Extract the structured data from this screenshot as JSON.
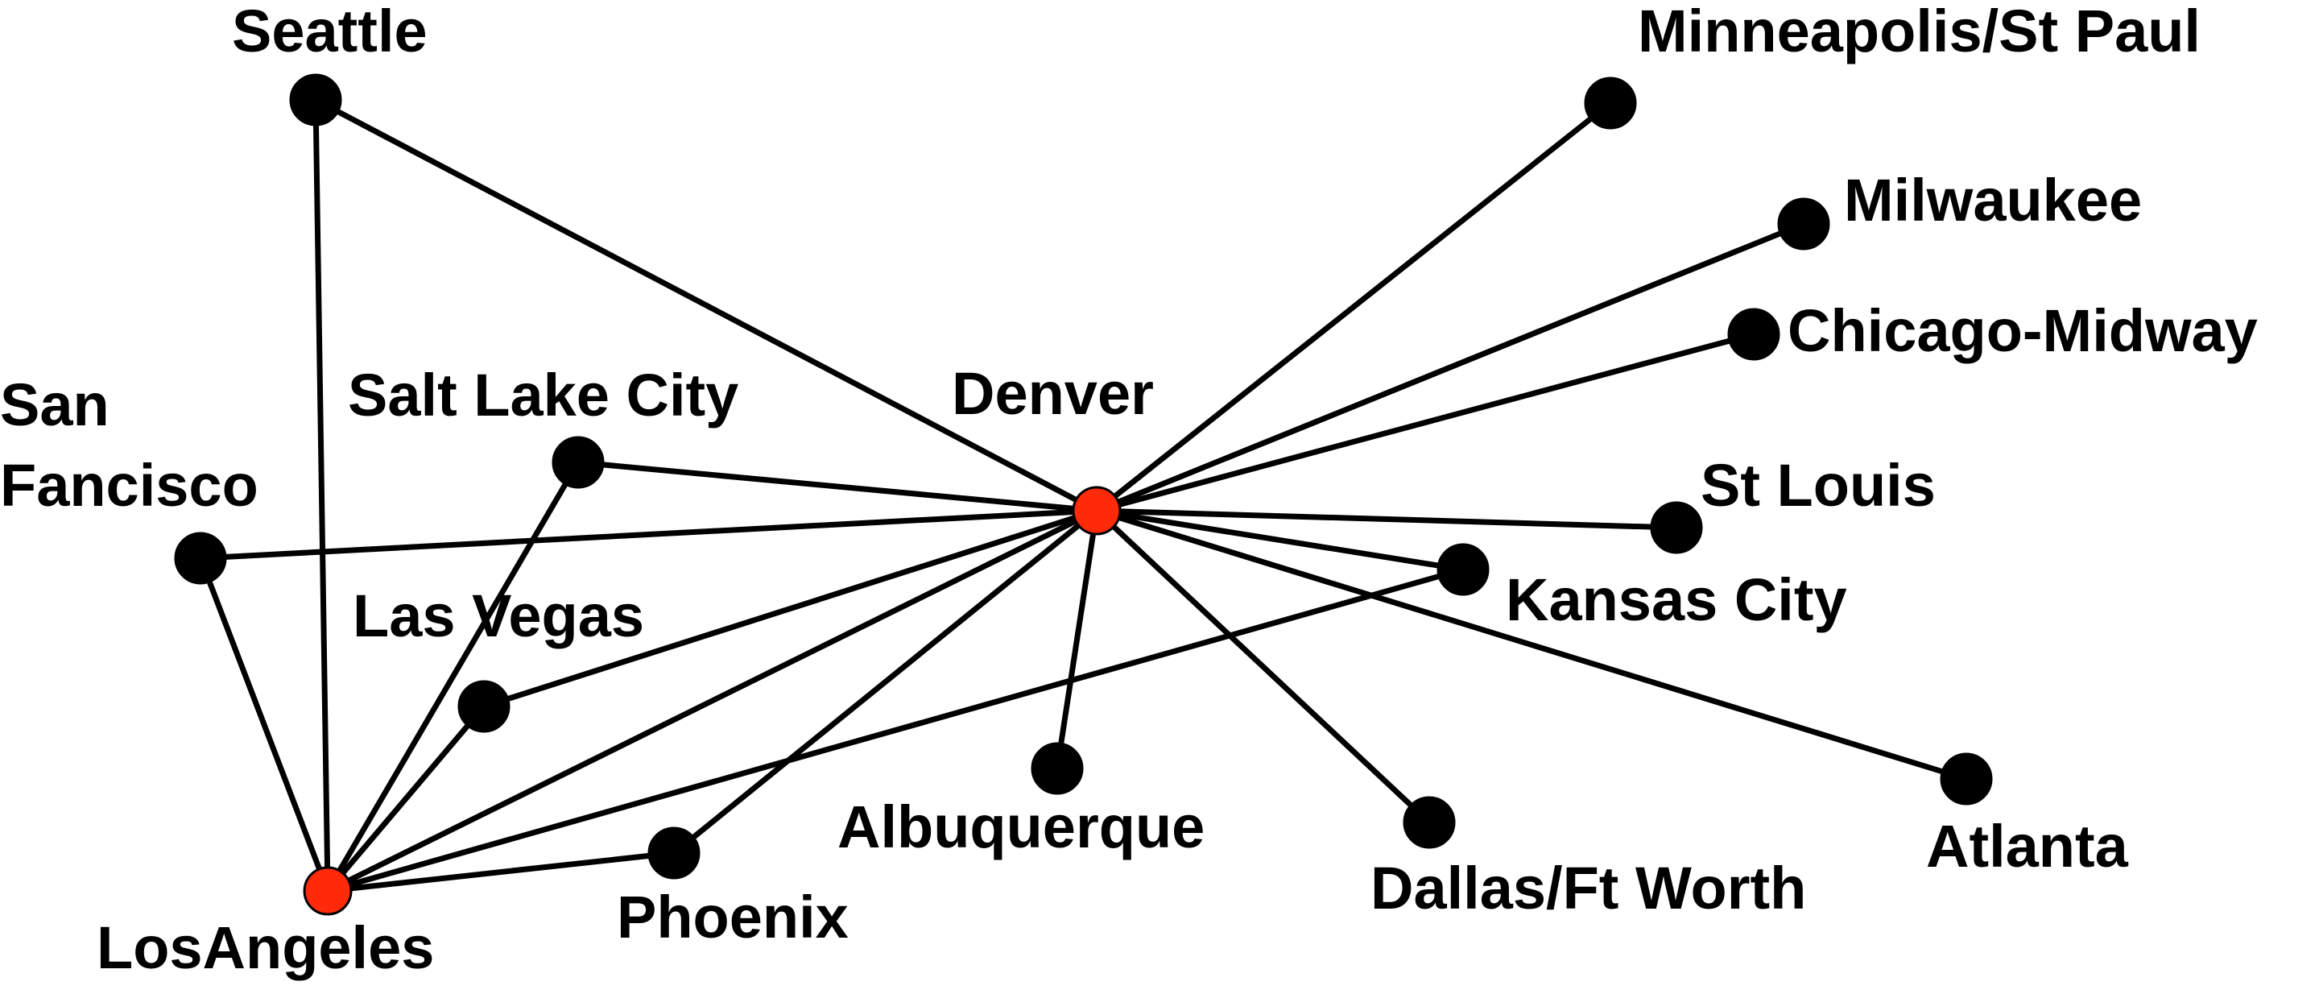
{
  "diagram": {
    "colors": {
      "hub": "#ff2a0a",
      "city": "#000000",
      "edge": "#000000"
    },
    "nodes": [
      {
        "id": "seattle",
        "label": [
          "Seattle"
        ],
        "type": "city"
      },
      {
        "id": "minneapolis",
        "label": [
          "Minneapolis/St Paul"
        ],
        "type": "city"
      },
      {
        "id": "milwaukee",
        "label": [
          "Milwaukee"
        ],
        "type": "city"
      },
      {
        "id": "chicago",
        "label": [
          "Chicago-Midway"
        ],
        "type": "city"
      },
      {
        "id": "san-francisco",
        "label": [
          "San",
          "Fancisco"
        ],
        "type": "city"
      },
      {
        "id": "salt-lake-city",
        "label": [
          "Salt Lake City"
        ],
        "type": "city"
      },
      {
        "id": "denver",
        "label": [
          "Denver"
        ],
        "type": "hub"
      },
      {
        "id": "st-louis",
        "label": [
          "St Louis"
        ],
        "type": "city"
      },
      {
        "id": "kansas-city",
        "label": [
          "Kansas City"
        ],
        "type": "city"
      },
      {
        "id": "las-vegas",
        "label": [
          "Las Vegas"
        ],
        "type": "city"
      },
      {
        "id": "albuquerque",
        "label": [
          "Albuquerque"
        ],
        "type": "city"
      },
      {
        "id": "dallas",
        "label": [
          "Dallas/Ft Worth"
        ],
        "type": "city"
      },
      {
        "id": "atlanta",
        "label": [
          "Atlanta"
        ],
        "type": "city"
      },
      {
        "id": "phoenix",
        "label": [
          "Phoenix"
        ],
        "type": "city"
      },
      {
        "id": "los-angeles",
        "label": [
          "LosAngeles"
        ],
        "type": "hub"
      }
    ],
    "edges": [
      [
        "seattle",
        "denver"
      ],
      [
        "seattle",
        "los-angeles"
      ],
      [
        "minneapolis",
        "denver"
      ],
      [
        "milwaukee",
        "denver"
      ],
      [
        "chicago",
        "denver"
      ],
      [
        "san-francisco",
        "denver"
      ],
      [
        "san-francisco",
        "los-angeles"
      ],
      [
        "salt-lake-city",
        "denver"
      ],
      [
        "salt-lake-city",
        "los-angeles"
      ],
      [
        "st-louis",
        "denver"
      ],
      [
        "kansas-city",
        "denver"
      ],
      [
        "kansas-city",
        "los-angeles"
      ],
      [
        "las-vegas",
        "denver"
      ],
      [
        "las-vegas",
        "los-angeles"
      ],
      [
        "albuquerque",
        "denver"
      ],
      [
        "dallas",
        "denver"
      ],
      [
        "atlanta",
        "denver"
      ],
      [
        "phoenix",
        "denver"
      ],
      [
        "phoenix",
        "los-angeles"
      ],
      [
        "denver",
        "los-angeles"
      ]
    ]
  }
}
